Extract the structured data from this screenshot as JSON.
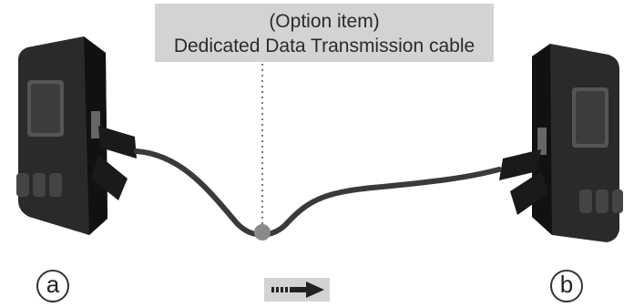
{
  "callout": {
    "line1": "(Option item)",
    "line2": "Dedicated Data Transmission cable"
  },
  "labels": {
    "left": "a",
    "right": "b"
  },
  "icons": {
    "direction": "arrow-right-icon"
  },
  "colors": {
    "device_body": "#1f1f1f",
    "cable": "#3a3a3a",
    "callout_bg": "#d3d3d3",
    "dot": "#8a8a8a"
  }
}
